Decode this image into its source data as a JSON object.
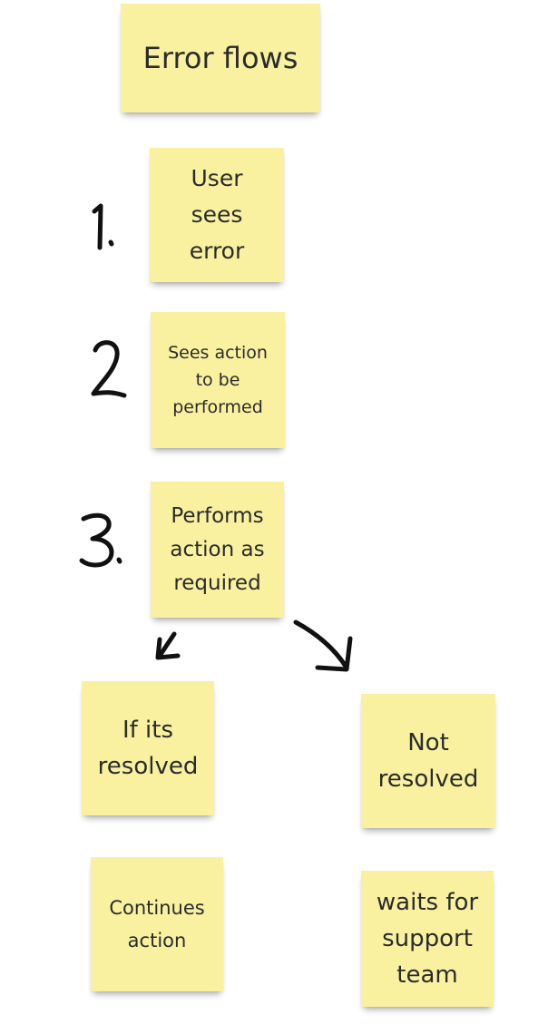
{
  "board": {
    "title": "Error flows",
    "steps": [
      {
        "number": "1.",
        "label": "User\nsees\nerror"
      },
      {
        "number": "2.",
        "label": "Sees action\nto be\nperformed"
      },
      {
        "number": "3.",
        "label": "Performs\naction as\nrequired"
      }
    ],
    "branches": {
      "resolved": {
        "label": "If its\nresolved",
        "outcome": "Continues\naction"
      },
      "not_resolved": {
        "label": "Not\nresolved",
        "outcome": "waits for\nsupport\nteam"
      }
    },
    "note_color": "#f9f1a0",
    "ink_color": "#111111"
  }
}
